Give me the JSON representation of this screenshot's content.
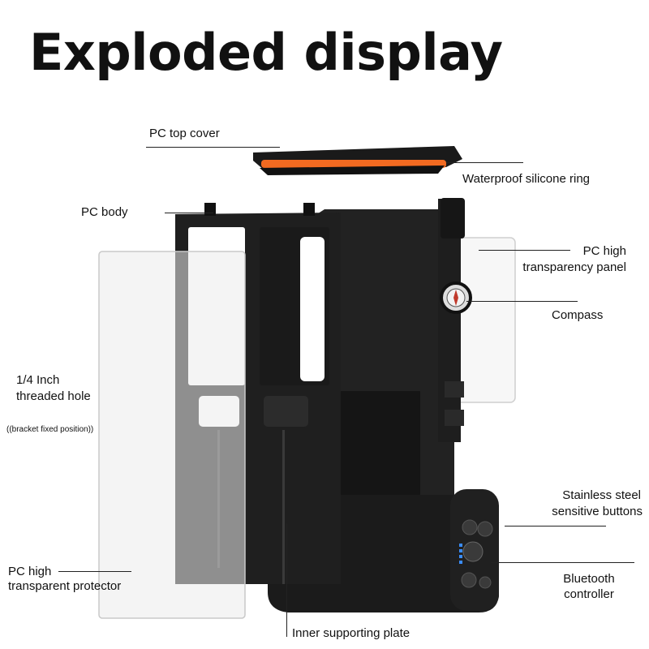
{
  "title": "Exploded display",
  "labels": {
    "pc_top_cover": "PC top cover",
    "waterproof_ring": "Waterproof silicone ring",
    "pc_body": "PC body",
    "pc_high_transparency_panel_1": "PC high",
    "pc_high_transparency_panel_2": "transparency panel",
    "compass": "Compass",
    "threaded_hole_1": "1/4 Inch",
    "threaded_hole_2": "threaded hole",
    "bracket_note": "((bracket fixed position))",
    "stainless_buttons_1": "Stainless steel",
    "stainless_buttons_2": "sensitive buttons",
    "transparent_protector_1": "PC high",
    "transparent_protector_2": "transparent protector",
    "bluetooth_controller_1": "Bluetooth",
    "bluetooth_controller_2": "controller",
    "inner_plate": "Inner supporting plate"
  },
  "colors": {
    "case_body": "#1c1c1e",
    "silicone_ring": "#f26a21",
    "panel_edge": "#c9c9c9",
    "indicator_led": "#3a8dff"
  }
}
